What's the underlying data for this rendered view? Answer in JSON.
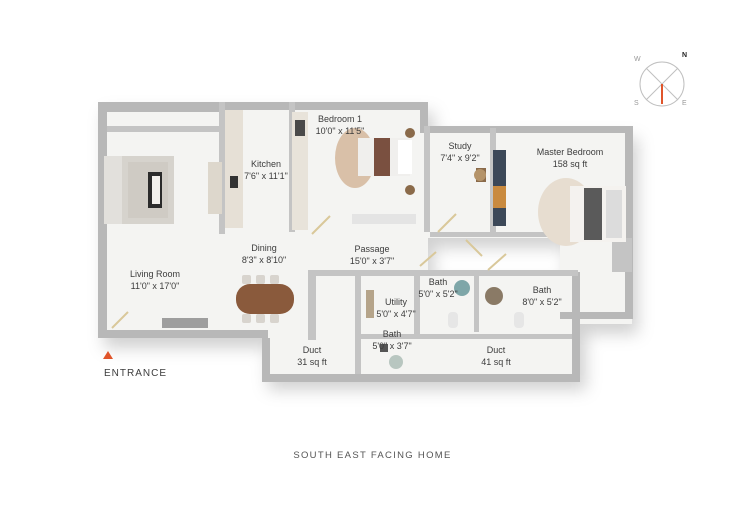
{
  "rooms": [
    {
      "id": "bedroom1",
      "name": "Bedroom 1",
      "size": "10'0\" x 11'5\""
    },
    {
      "id": "kitchen",
      "name": "Kitchen",
      "size": "7'6\" x 11'1\""
    },
    {
      "id": "study",
      "name": "Study",
      "size": "7'4\" x 9'2\""
    },
    {
      "id": "master",
      "name": "Master Bedroom",
      "size": "158 sq ft"
    },
    {
      "id": "dining",
      "name": "Dining",
      "size": "8'3\" x 8'10\""
    },
    {
      "id": "passage",
      "name": "Passage",
      "size": "15'0\" x 3'7\""
    },
    {
      "id": "living",
      "name": "Living Room",
      "size": "11'0\" x 17'0\""
    },
    {
      "id": "bath_a",
      "name": "Bath",
      "size": "5'0\" x 5'2\""
    },
    {
      "id": "bath_b",
      "name": "Bath",
      "size": "8'0\" x 5'2\""
    },
    {
      "id": "utility",
      "name": "Utility",
      "size": "5'0\" x 4'7\""
    },
    {
      "id": "bath_c",
      "name": "Bath",
      "size": "5'0\" x 3'7\""
    },
    {
      "id": "duct_a",
      "name": "Duct",
      "size": "31 sq ft"
    },
    {
      "id": "duct_b",
      "name": "Duct",
      "size": "41 sq ft"
    }
  ],
  "entrance_label": "ENTRANCE",
  "footer_title": "SOUTH EAST FACING HOME",
  "compass": {
    "n": "N",
    "e": "E",
    "s": "S",
    "w": "W"
  },
  "colors": {
    "wall": "#b8b8b8",
    "floor": "#f3f3f1",
    "accent": "#e0552b",
    "wood": "#8a5a3c",
    "door": "#d9c89a"
  }
}
